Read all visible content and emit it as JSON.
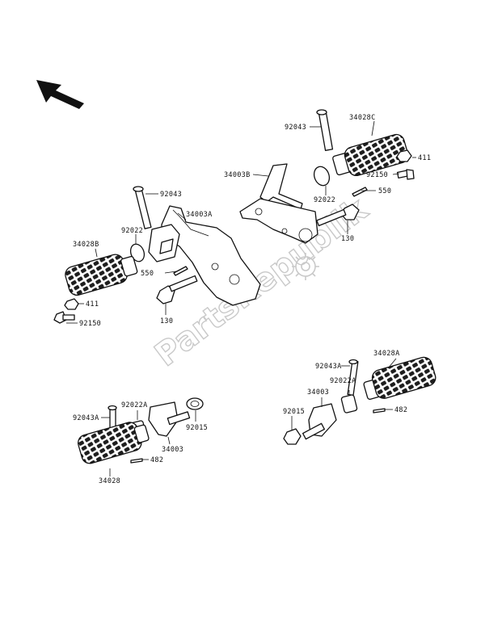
{
  "watermark": {
    "text": "PartsRepublik"
  },
  "labels": {
    "l_92043_top": "92043",
    "l_34028c": "34028C",
    "l_411_right": "411",
    "l_92150_right": "92150",
    "l_550_right": "550",
    "l_34003b": "34003B",
    "l_92022_right": "92022",
    "l_130_right": "130",
    "l_92043_left": "92043",
    "l_34003a": "34003A",
    "l_92022_left": "92022",
    "l_34028b": "34028B",
    "l_550_left": "550",
    "l_411_left": "411",
    "l_92150_left": "92150",
    "l_130_left": "130",
    "l_92043a_right": "92043A",
    "l_34028a": "34028A",
    "l_92022a_right": "92022A",
    "l_34003_right": "34003",
    "l_92015_right": "92015",
    "l_482_right": "482",
    "l_92043a_left": "92043A",
    "l_92022a_left": "92022A",
    "l_92015_left": "92015",
    "l_34003_left": "34003",
    "l_482_left": "482",
    "l_34028": "34028"
  }
}
